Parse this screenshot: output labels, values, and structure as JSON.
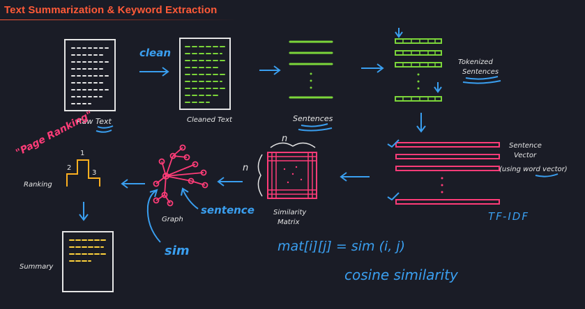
{
  "title": "Text Summarization & Keyword Extraction",
  "colors": {
    "background": "#1a1c26",
    "title": "#ff5a38",
    "white": "#e6e6e6",
    "green": "#7cd63a",
    "pink": "#ff3c78",
    "blue": "#3a9ff0",
    "orange": "#ffb020",
    "yellow": "#ffd23c"
  },
  "labels": {
    "clean": "clean",
    "raw_text": "Raw Text",
    "cleaned_text": "Cleaned Text",
    "sentences": "Sentences",
    "tokenized_1": "Tokenized",
    "tokenized_2": "Sentences",
    "sentence_vector_1": "Sentence",
    "sentence_vector_2": "Vector",
    "sentence_vector_3": "(using word vector)",
    "tf_idf": "TF-IDF",
    "similarity_1": "Similarity",
    "similarity_2": "Matrix",
    "n_top": "n",
    "n_left": "n",
    "graph": "Graph",
    "sentence": "sentence",
    "sim": "sim",
    "ranking": "Ranking",
    "page_ranking": "\"Page Ranking\"",
    "rank_1": "1",
    "rank_2": "2",
    "rank_3": "3",
    "summary": "Summary",
    "formula": "mat[i][j] = sim (i, j)",
    "cosine": "cosine similarity"
  }
}
